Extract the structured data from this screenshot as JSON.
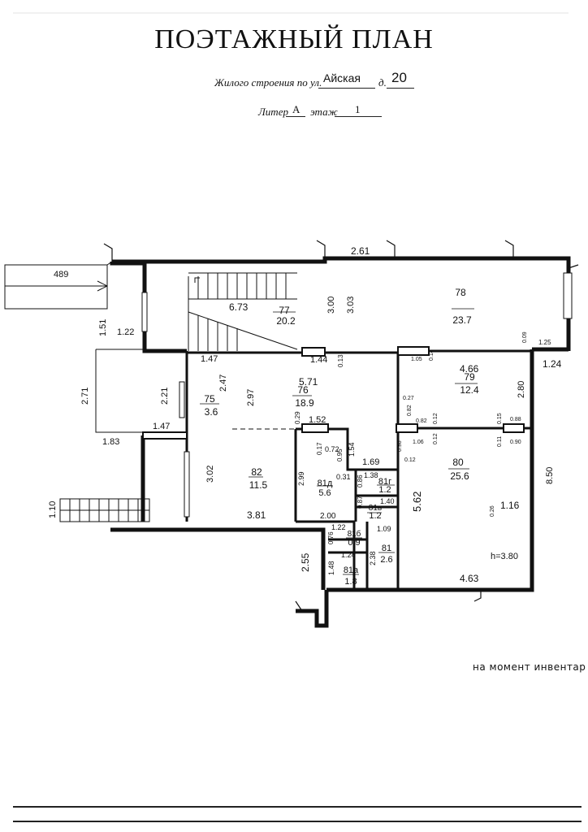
{
  "header": {
    "title": "ПОЭТАЖНЫЙ ПЛАН",
    "line1_text": "Жилого строения по ул.",
    "street": "Айская",
    "house_label": "д.",
    "house_number": "20",
    "liter_label": "Литер",
    "liter_value": "А",
    "floor_label": "этаж",
    "floor_value": "1"
  },
  "rooms": [
    {
      "id": "room-78",
      "number": "78",
      "area": "23.7"
    },
    {
      "id": "room-77",
      "number": "77",
      "area": "20.2"
    },
    {
      "id": "room-76",
      "number": "76",
      "area": "18.9"
    },
    {
      "id": "room-75",
      "number": "75",
      "area": "3.6"
    },
    {
      "id": "room-79",
      "number": "79",
      "area": "12.4"
    },
    {
      "id": "room-80",
      "number": "80",
      "area": "25.6"
    },
    {
      "id": "room-82",
      "number": "82",
      "area": "11.5"
    },
    {
      "id": "room-81d",
      "number": "81д",
      "area": "5.6"
    },
    {
      "id": "room-81g",
      "number": "81г",
      "area": "1.2"
    },
    {
      "id": "room-81v",
      "number": "81в",
      "area": "1.2"
    },
    {
      "id": "room-81b",
      "number": "81б",
      "area": "0.9"
    },
    {
      "id": "room-81",
      "number": "81",
      "area": "2.6"
    },
    {
      "id": "room-81a",
      "number": "81а",
      "area": "1.8"
    }
  ],
  "dimensions": [
    "489",
    "2.61",
    "1.51",
    "1.22",
    "6.73",
    "3.00",
    "3.03",
    "0.09",
    "1.25",
    "1.24",
    "1.47",
    "1.44",
    "0.13",
    "1.05",
    "0.14",
    "4.66",
    "2.47",
    "2.97",
    "5.71",
    "2.80",
    "2.71",
    "2.21",
    "0.27",
    "0.82",
    "0.82",
    "0.12",
    "0.15",
    "0.88",
    "0.29",
    "1.52",
    "1.47",
    "0.98",
    "1.06",
    "0.12",
    "0.11",
    "0.90",
    "1.83",
    "0.17",
    "0.72",
    "1.54",
    "0.95",
    "0.12",
    "3.02",
    "0.31",
    "1.69",
    "2.99",
    "1.38",
    "0.86",
    "5.62",
    "1.40",
    "8.50",
    "0.87",
    "1.16",
    "0.26",
    "1.10",
    "3.81",
    "2.00",
    "1.22",
    "1.09",
    "0.76",
    "1.24",
    "2.55",
    "1.48",
    "2.38",
    "4.63"
  ],
  "ceiling_height": "h=3.80",
  "footer_note": "на момент инвентар"
}
